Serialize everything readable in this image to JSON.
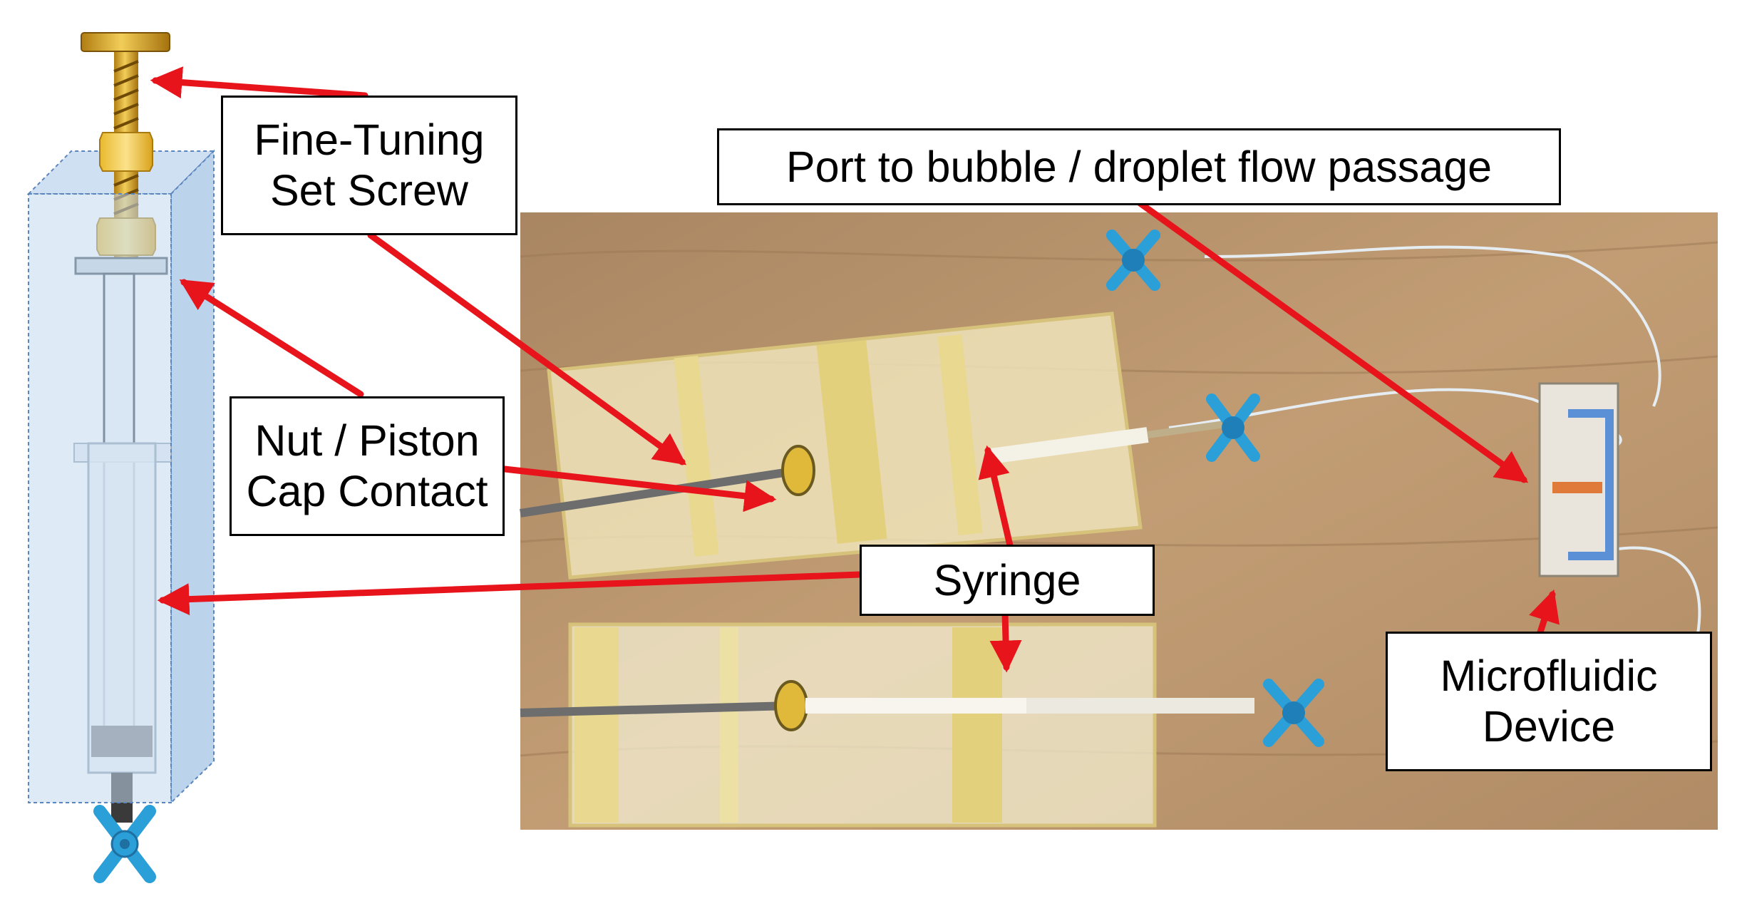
{
  "labels": {
    "set_screw": {
      "line1": "Fine-Tuning",
      "line2": "Set Screw"
    },
    "port": {
      "text": "Port to bubble / droplet flow passage"
    },
    "nut_piston": {
      "line1": "Nut / Piston",
      "line2": "Cap Contact"
    },
    "syringe": {
      "text": "Syringe"
    },
    "microfluidic": {
      "line1": "Microfluidic",
      "line2": "Device"
    }
  },
  "colors": {
    "arrow": "#e8141c",
    "label_border": "#000000",
    "label_fill": "#ffffff",
    "housing": "#cfe0f2",
    "brass": "#d9a527",
    "valve_blue": "#2a9fd8",
    "wood": "#b8936b",
    "acrylic": "#f2e9bf"
  }
}
